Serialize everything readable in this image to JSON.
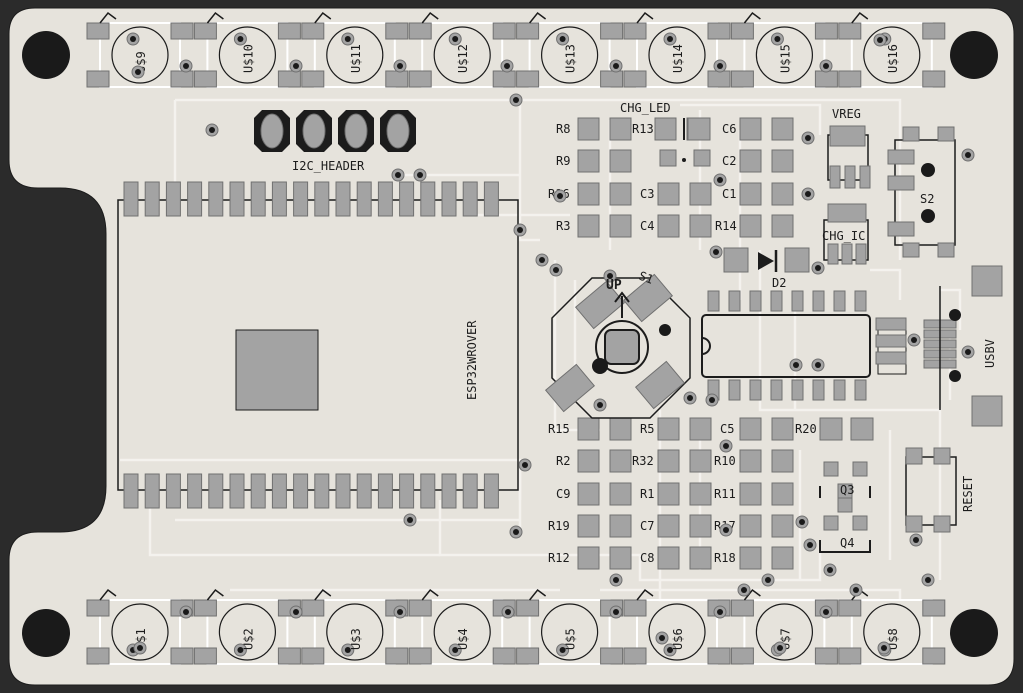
{
  "colors": {
    "background": "#2b2b2b",
    "board": "#e6e3dc",
    "silkscreen": "#ffffff",
    "pad": "#a3a3a3",
    "pad_outline": "#707070",
    "hole": "#1a1a1a",
    "outline": "#1c1c1c"
  },
  "top_leds": [
    "U$9",
    "U$10",
    "U$11",
    "U$12",
    "U$13",
    "U$14",
    "U$15",
    "U$16"
  ],
  "bottom_leds": [
    "U$1",
    "U$2",
    "U$3",
    "U$4",
    "U$5",
    "U$6",
    "U$7",
    "U$8"
  ],
  "labels": {
    "i2c_header": "I2C_HEADER",
    "module": "ESP32WROVER",
    "chg_led": "CHG_LED",
    "vreg": "VREG",
    "chg_ic": "CHG_IC",
    "d2": "D2",
    "s1": "S1",
    "s2": "S2",
    "up": "UP",
    "usbv": "USBV",
    "reset": "RESET",
    "q3": "Q3",
    "q4": "Q4"
  },
  "upper_parts": [
    "R8",
    "R13",
    "C6",
    "R9",
    "C2",
    "R16",
    "C3",
    "C1",
    "R3",
    "C4",
    "R14"
  ],
  "lower_parts": [
    "R15",
    "R5",
    "C5",
    "R20",
    "R2",
    "R32",
    "R10",
    "C9",
    "R1",
    "R11",
    "R19",
    "C7",
    "R17",
    "R12",
    "C8",
    "R18"
  ]
}
